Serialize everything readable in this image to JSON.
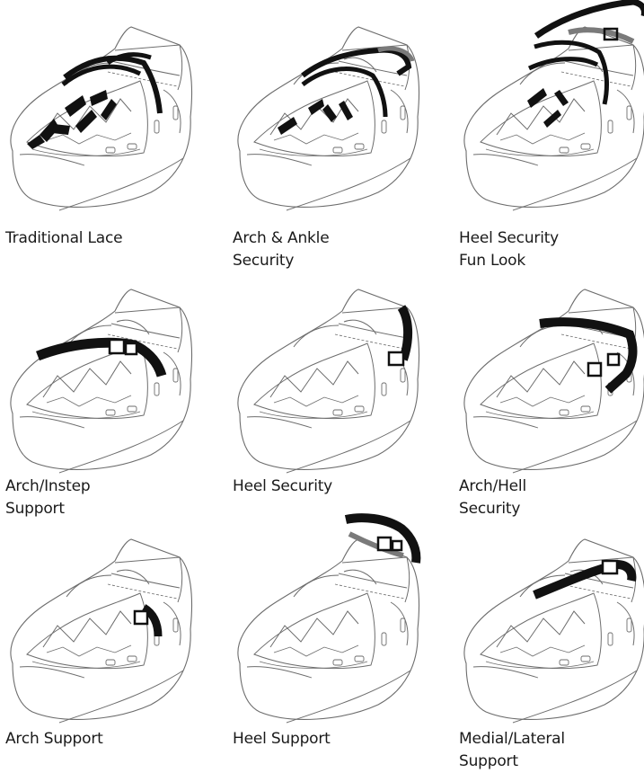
{
  "colors": {
    "outline": "#6d6d6d",
    "strap": "#111111",
    "strap_accent": "#7a7a7a",
    "background": "#ffffff"
  },
  "panels": [
    {
      "caption": "Traditional Lace",
      "icon": "shoe-traditional-lace"
    },
    {
      "caption": "Arch & Ankle\nSecurity",
      "icon": "shoe-arch-ankle-security"
    },
    {
      "caption": "Heel Security\nFun Look",
      "icon": "shoe-heel-security-fun-look"
    },
    {
      "caption": "Arch/Instep\nSupport",
      "icon": "shoe-arch-instep-support"
    },
    {
      "caption": "Heel Security",
      "icon": "shoe-heel-security"
    },
    {
      "caption": "Arch/Hell\nSecurity",
      "icon": "shoe-arch-heel-security"
    },
    {
      "caption": "Arch Support",
      "icon": "shoe-arch-support"
    },
    {
      "caption": "Heel Support",
      "icon": "shoe-heel-support"
    },
    {
      "caption": "Medial/Lateral\nSupport",
      "icon": "shoe-medial-lateral-support"
    }
  ]
}
